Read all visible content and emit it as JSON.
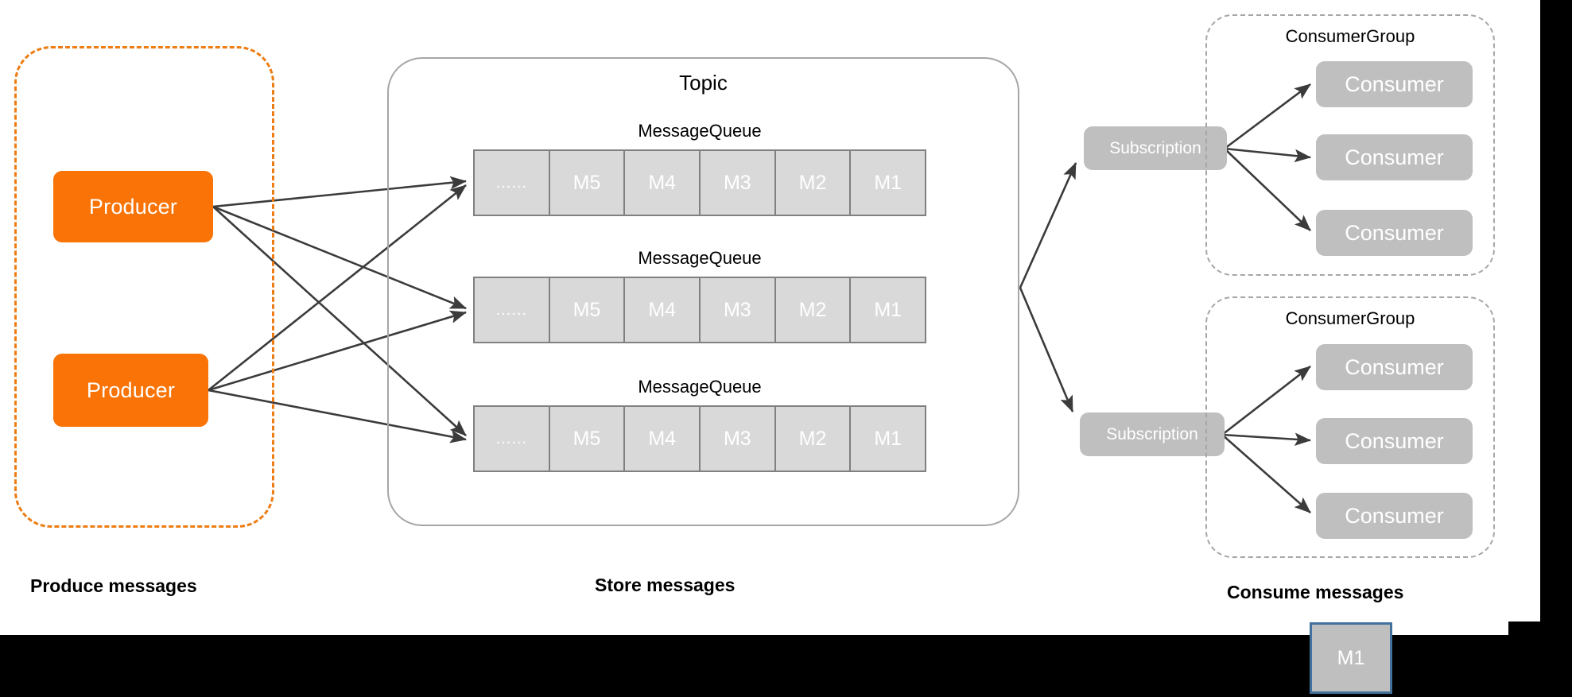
{
  "diagram": {
    "producer_zone": {
      "caption": "Produce messages",
      "producers": [
        {
          "label": "Producer"
        },
        {
          "label": "Producer"
        }
      ]
    },
    "topic_zone": {
      "title": "Topic",
      "caption": "Store messages",
      "queues": [
        {
          "title": "MessageQueue",
          "cells": [
            "......",
            "M5",
            "M4",
            "M3",
            "M2",
            "M1"
          ]
        },
        {
          "title": "MessageQueue",
          "cells": [
            "......",
            "M5",
            "M4",
            "M3",
            "M2",
            "M1"
          ]
        },
        {
          "title": "MessageQueue",
          "cells": [
            "......",
            "M5",
            "M4",
            "M3",
            "M2",
            "M1"
          ]
        }
      ]
    },
    "consumer_zone": {
      "caption": "Consume messages",
      "subscriptions": [
        {
          "label": "Subscription"
        },
        {
          "label": "Subscription"
        }
      ],
      "groups": [
        {
          "title": "ConsumerGroup",
          "consumers": [
            {
              "label": "Consumer"
            },
            {
              "label": "Consumer"
            },
            {
              "label": "Consumer"
            }
          ]
        },
        {
          "title": "ConsumerGroup",
          "consumers": [
            {
              "label": "Consumer"
            },
            {
              "label": "Consumer"
            },
            {
              "label": "Consumer"
            }
          ]
        }
      ]
    },
    "floating_message": {
      "label": "M1"
    }
  },
  "colors": {
    "producer": "#F97306",
    "producer_border": "#ED7D13",
    "node_gray": "#BFBFBF",
    "cell_fill": "#D9D9D9",
    "cell_border": "#808080",
    "container_gray": "#A6A6A6",
    "selection_blue": "#41719C",
    "arrow": "#3B3B3B"
  }
}
